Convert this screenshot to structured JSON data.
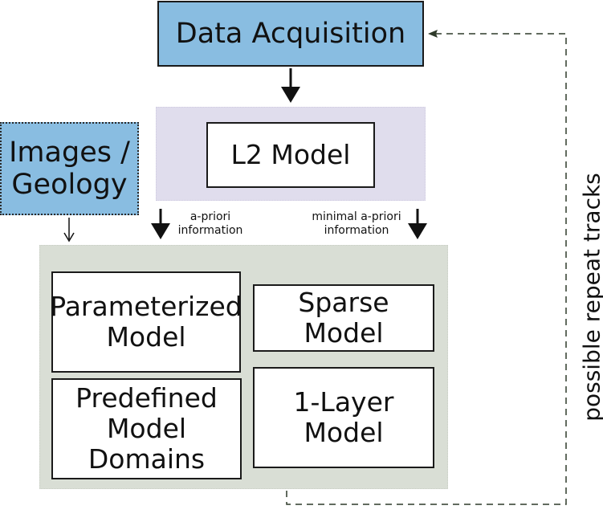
{
  "diagram": {
    "nodes": {
      "data_acquisition": "Data Acquisition",
      "l2_model": "L2 Model",
      "images_geology": [
        "Images /",
        "Geology"
      ],
      "parameterized_model": [
        "Parameterized",
        "Model"
      ],
      "sparse_model": "Sparse Model",
      "predefined_domains": [
        "Predefined",
        "Model Domains"
      ],
      "one_layer_model": [
        "1-Layer",
        "Model"
      ]
    },
    "edge_labels": {
      "a_priori": [
        "a-priori",
        "information"
      ],
      "minimal_a_priori": [
        "minimal a-priori",
        "information"
      ],
      "repeat_tracks": "possible repeat tracks"
    },
    "colors": {
      "source_blue": "#89bde1",
      "l2_panel": "#e0dded",
      "models_panel": "#d9ded5",
      "dashed_loop": "#2f3a2a"
    }
  }
}
